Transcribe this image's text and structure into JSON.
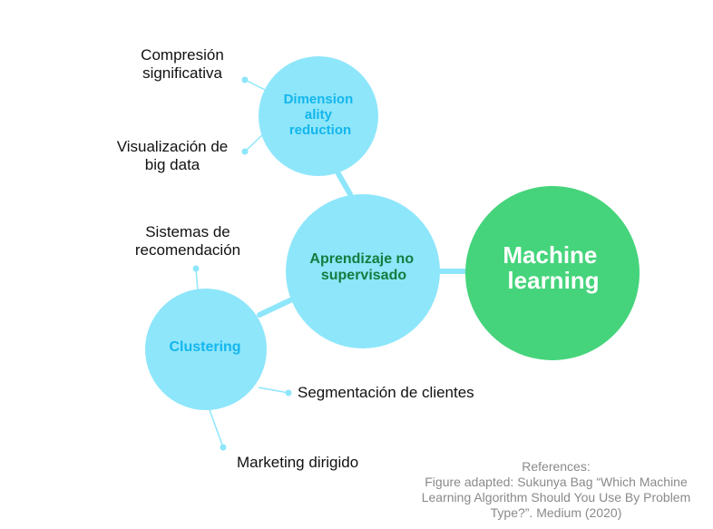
{
  "colors": {
    "light_node": "#8ee6fb",
    "main_node": "#45d47b",
    "light_text": "#13b6ec",
    "mid_text": "#127d3f",
    "connector": "#8ee6fb",
    "main_text": "#ffffff",
    "leaf_text": "#111111",
    "reference_text": "#8a8a8a"
  },
  "nodes": {
    "machine_learning": {
      "lines": [
        "Machine",
        "learning"
      ]
    },
    "unsupervised": {
      "lines": [
        "Aprendizaje no",
        "supervisado"
      ]
    },
    "dimensionality": {
      "lines": [
        "Dimension",
        "ality",
        "reduction"
      ]
    },
    "clustering": {
      "lines": [
        "Clustering"
      ]
    }
  },
  "leaves": {
    "compresion": [
      "Compresión",
      "significativa"
    ],
    "visualizacion": [
      "Visualización de",
      "big data"
    ],
    "sistemas": [
      "Sistemas de",
      "recomendación"
    ],
    "segmentacion": "Segmentación de clientes",
    "marketing": "Marketing dirigido"
  },
  "references": [
    "References:",
    "Figure adapted: Sukunya Bag “Which Machine",
    "Learning Algorithm Should You Use By Problem",
    "Type?”. Medium (2020)"
  ]
}
